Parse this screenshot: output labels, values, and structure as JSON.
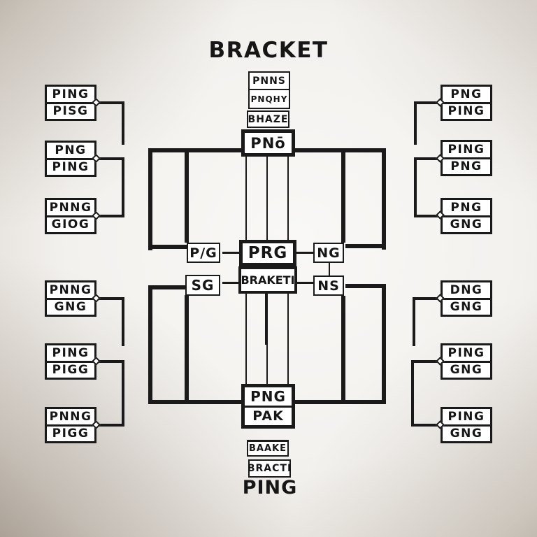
{
  "title": "BRACKET",
  "colors": {
    "ink": "#1a1a1a",
    "paper": "#f7f6f3",
    "vignette": "#b4a99f",
    "box_fill": "#ffffff"
  },
  "top_stack": {
    "row1": "PNNS",
    "row2": "PNQHY",
    "row3": "BHAZE",
    "winner": "PNō"
  },
  "center": {
    "qf_left_top": "P/G",
    "final_top": "PRG",
    "qf_right_top": "NG",
    "qf_left_bottom": "SG",
    "final_bottom": "BRAKETI",
    "qf_right_bottom": "NS"
  },
  "bottom_stack": {
    "winner_top": "PNG",
    "winner_bottom": "PAK",
    "row1": "BAAKE",
    "row2": "BRACTI",
    "footer": "PING"
  },
  "left": {
    "pairs": [
      [
        "PING",
        "PISG"
      ],
      [
        "PNG",
        "PING"
      ],
      [
        "PNNG",
        "GIOG"
      ],
      [
        "PNNG",
        "GNG"
      ],
      [
        "PING",
        "PIGG"
      ],
      [
        "PNNG",
        "PIGG"
      ]
    ]
  },
  "right": {
    "pairs": [
      [
        "PNG",
        "PING"
      ],
      [
        "PING",
        "PNG"
      ],
      [
        "PNG",
        "GNG"
      ],
      [
        "DNG",
        "GNG"
      ],
      [
        "PING",
        "GNG"
      ],
      [
        "PING",
        "GNG"
      ]
    ]
  }
}
